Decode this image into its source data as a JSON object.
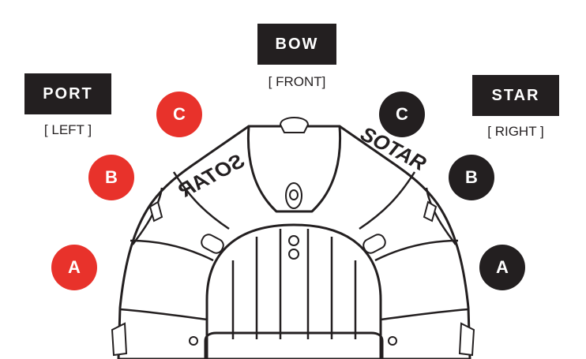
{
  "labels": {
    "bow": "BOW",
    "bow_sub": "[ FRONT]",
    "port": "PORT",
    "port_sub": "[ LEFT ]",
    "star": "STAR",
    "star_sub": "[ RIGHT ]"
  },
  "brand": "SOTAR",
  "chambers": {
    "port": [
      "C",
      "B",
      "A"
    ],
    "starboard": [
      "C",
      "B",
      "A"
    ]
  },
  "colors": {
    "port_badge": "#e8322b",
    "starboard_badge": "#231f20",
    "ink": "#231f20"
  }
}
